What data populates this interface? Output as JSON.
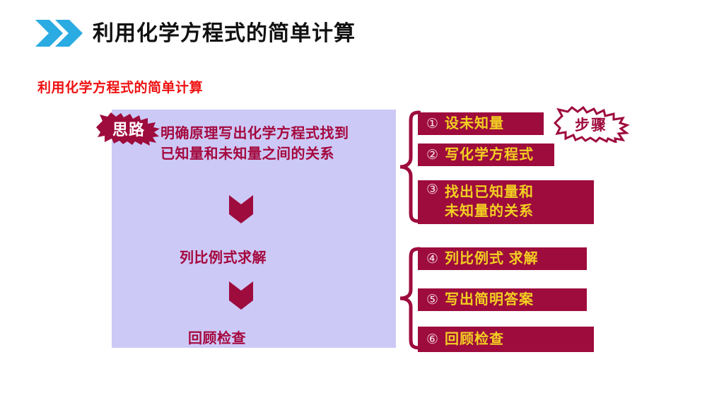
{
  "header": {
    "icon": "double-chevron-right-icon",
    "title": "利用化学方程式的简单计算",
    "icon_color": "#2aabe2",
    "title_color": "#111111"
  },
  "subtitle": {
    "text": "利用化学方程式的简单计算",
    "color": "#ee1111"
  },
  "idea_panel": {
    "badge_label": "思路",
    "badge_fill": "#9e0b3d",
    "panel_color": "#ccc9f7",
    "text_color": "#a5083e",
    "paragraph": "明确原理写出化学方程式找到已知量和未知量之间的关系",
    "flow": [
      {
        "label": "列比例式求解"
      },
      {
        "label": "回顾检查"
      }
    ],
    "arrow_icon": "down-chevron-arrow-icon",
    "arrow_color": "#9e0b3d"
  },
  "steps_panel": {
    "badge_label": "步骤",
    "badge_fill": "#ffffff",
    "badge_stroke": "#9e0b3d",
    "bar_color": "#9e0b3d",
    "bar_text_color": "#f2cf22",
    "num_color": "#f6dfe6",
    "brace_icon": "curly-brace-icon",
    "brace_color": "#9e0b3d",
    "bars": [
      {
        "num": "①",
        "text": "设未知量"
      },
      {
        "num": "②",
        "text": "写化学方程式"
      },
      {
        "num": "③",
        "text": "找出已知量和\n  未知量的关系"
      },
      {
        "num": "④",
        "text": "列比例式  求解"
      },
      {
        "num": "⑤",
        "text": "写出简明答案"
      },
      {
        "num": "⑥",
        "text": "回顾检查"
      }
    ]
  }
}
